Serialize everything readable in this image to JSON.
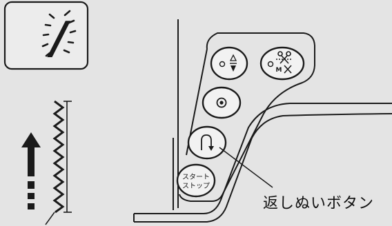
{
  "display": {
    "digit": "/"
  },
  "buttons": {
    "needle_updown": {
      "icon": "needle-up-down-icon"
    },
    "thread_cutter": {
      "icon": "scissors-icon",
      "sublabel": "M"
    },
    "speed": {
      "icon": "dot-icon"
    },
    "reverse": {
      "icon": "reverse-u-arrow-icon"
    },
    "start_stop": {
      "line1": "スタート",
      "line2": "ストップ"
    }
  },
  "callout": {
    "label": "返しぬいボタン"
  },
  "colors": {
    "ink": "#1a1a1a",
    "background": "#e4e4e4",
    "button_fill": "#f2f2f2"
  }
}
